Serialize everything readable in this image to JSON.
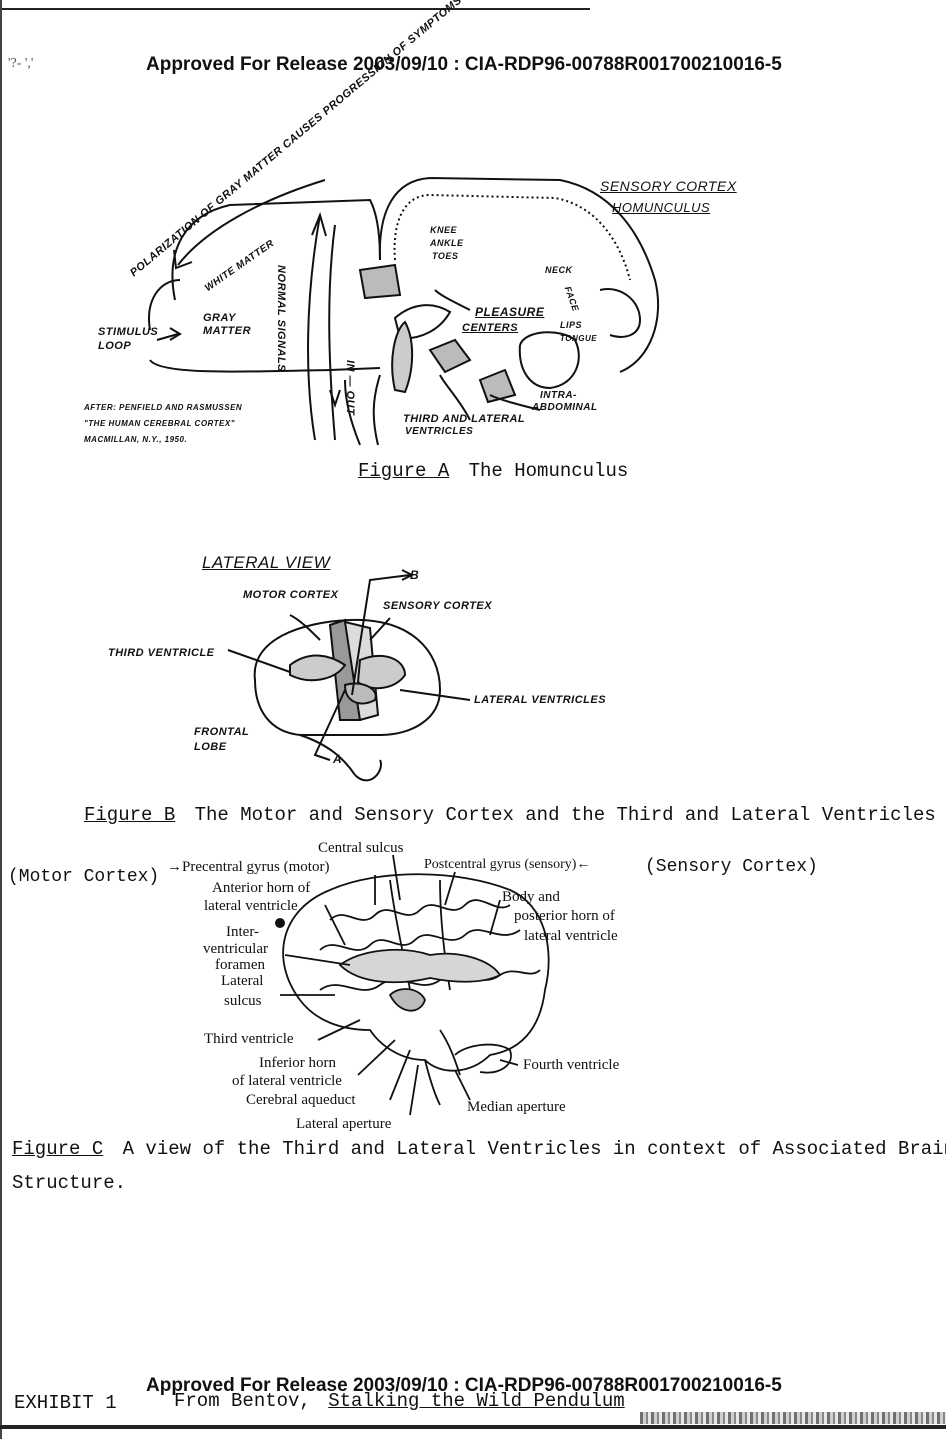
{
  "header": {
    "release_stamp": "Approved For Release 2003/09/10 : CIA-RDP96-00788R001700210016-5",
    "corner_marks": "'?-   ','"
  },
  "figure_a": {
    "labels": {
      "polarization": "POLARIZATION OF GRAY MATTER CAUSES PROGRESSION OF SYMPTOMS",
      "white_matter": "WHITE MATTER",
      "gray_matter": "GRAY MATTER",
      "stimulus_loop": "STIMULUS LOOP",
      "normal_signals": "NORMAL SIGNALS",
      "in_out": "IN — OUT",
      "sensory_cortex_homunculus": [
        "SENSORY CORTEX",
        "HOMUNCULUS"
      ],
      "pleasure_centers": [
        "PLEASURE",
        "CENTERS"
      ],
      "third_and_lateral": [
        "THIRD AND LATERAL",
        "VENTRICLES"
      ],
      "intra_abdominal": [
        "INTRA-",
        "ABDOMINAL"
      ],
      "body_parts": [
        "KNEE",
        "ANKLE",
        "TOES",
        "NECK",
        "FACE",
        "LIPS",
        "TONGUE"
      ]
    },
    "citation": [
      "AFTER: PENFIELD AND RASMUSSEN",
      "\"THE HUMAN CEREBRAL CORTEX\"",
      "MACMILLAN, N.Y., 1950."
    ],
    "caption_label": "Figure A",
    "caption_text": "The Homunculus"
  },
  "figure_b": {
    "labels": {
      "lateral_view": "LATERAL VIEW",
      "motor_cortex": "MOTOR CORTEX",
      "sensory_cortex": "SENSORY CORTEX",
      "third_ventricle": "THIRD VENTRICLE",
      "lateral_ventricles": "LATERAL VENTRICLES",
      "frontal_lobe": [
        "FRONTAL",
        "LOBE"
      ],
      "arrow_b": "B",
      "arrow_a": "A"
    },
    "caption_label": "Figure B",
    "caption_text": "The Motor and Sensory Cortex and the Third and Lateral Ventricles"
  },
  "figure_c": {
    "labels": {
      "central_sulcus": "Central sulcus",
      "motor_cortex": "(Motor Cortex)",
      "precentral_gyrus": "Precentral gyrus (motor)",
      "postcentral_gyrus": "Postcentral gyrus (sensory)",
      "sensory_cortex": "(Sensory Cortex)",
      "anterior_horn": [
        "Anterior horn of",
        "lateral ventricle"
      ],
      "body_posterior_horn": [
        "Body and",
        "posterior horn of",
        "lateral ventricle"
      ],
      "interventricular_foramen": [
        "Inter-",
        "ventricular",
        "foramen"
      ],
      "lateral_sulcus": [
        "Lateral",
        "sulcus"
      ],
      "third_ventricle": "Third ventricle",
      "inferior_horn": [
        "Inferior horn",
        "of lateral ventricle"
      ],
      "cerebral_aqueduct": "Cerebral aqueduct",
      "fourth_ventricle": "Fourth ventricle",
      "median_aperture": "Median aperture",
      "lateral_aperture": "Lateral aperture"
    },
    "caption_label": "Figure C",
    "caption_text": "A view of the Third and Lateral Ventricles in context of Associated Brain",
    "caption_text_2": "Structure."
  },
  "footer": {
    "release_stamp": "Approved For Release 2003/09/10 : CIA-RDP96-00788R001700210016-5",
    "exhibit": "EXHIBIT 1",
    "source_prefix": "From Bentov,",
    "source_title": "Stalking the Wild Pendulum"
  }
}
